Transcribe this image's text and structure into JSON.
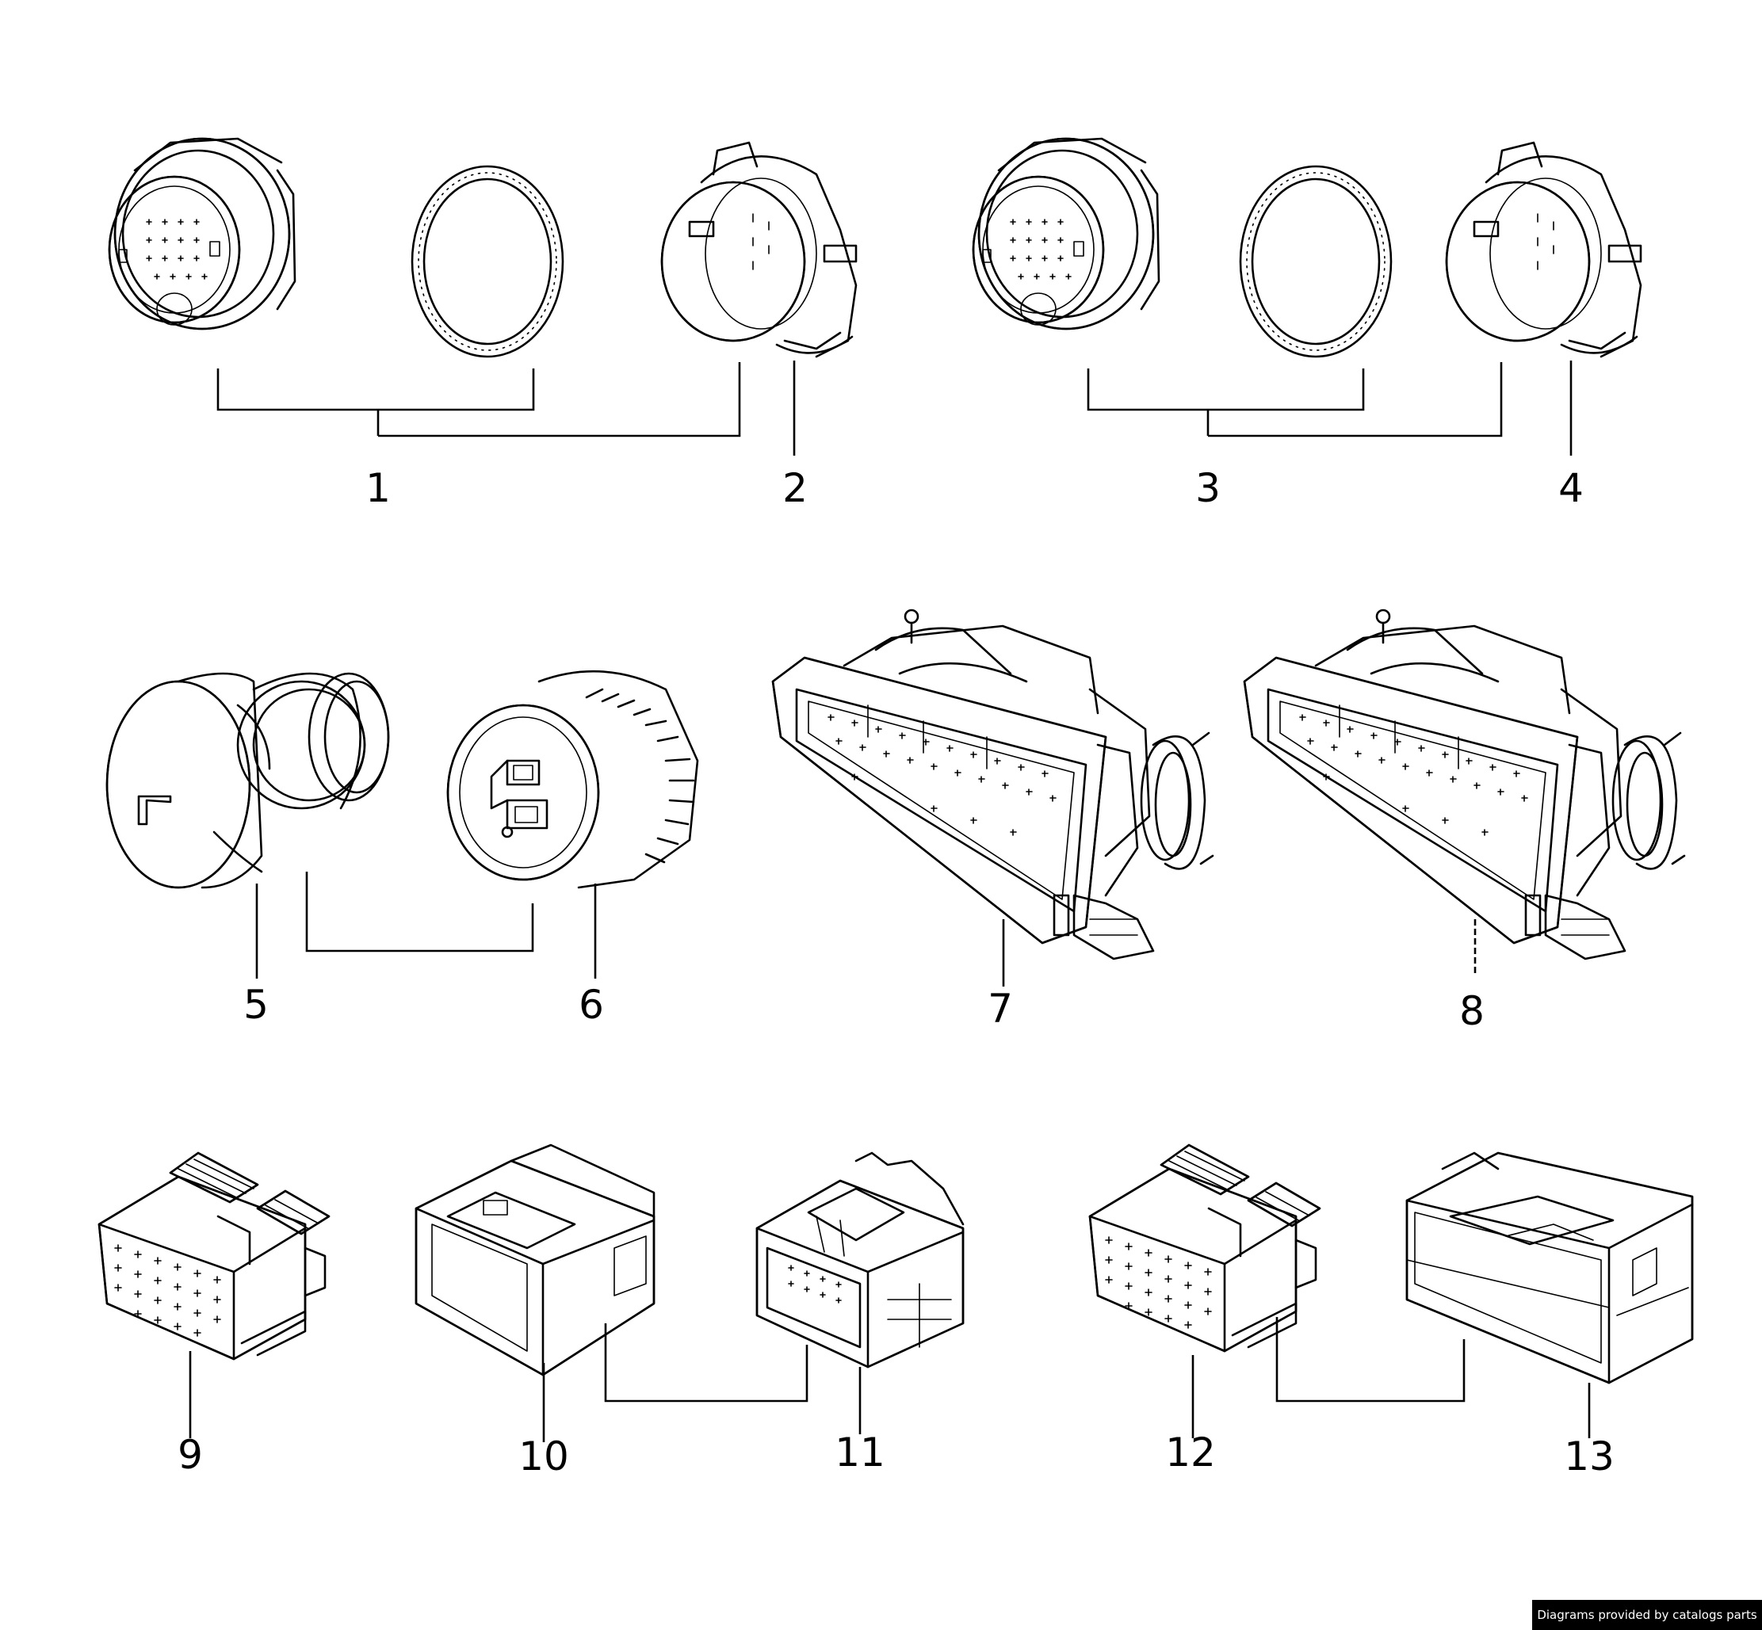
{
  "diagram": {
    "callouts": [
      "1",
      "2",
      "3",
      "4",
      "5",
      "6",
      "7",
      "8",
      "9",
      "10",
      "11",
      "12",
      "13"
    ],
    "parts": [
      {
        "callout": "1",
        "icon": "round-connector-housing-with-seal-and-coupling-ring"
      },
      {
        "callout": "2",
        "icon": "coupling-ring-icon"
      },
      {
        "callout": "3",
        "icon": "round-connector-housing-with-seal-and-coupling-ring"
      },
      {
        "callout": "4",
        "icon": "coupling-ring-icon"
      },
      {
        "callout": "5",
        "icon": "round-connector-plug-icon"
      },
      {
        "callout": "6",
        "icon": "round-connector-socket-icon"
      },
      {
        "callout": "7",
        "icon": "ecu-multipin-connector-icon"
      },
      {
        "callout": "8",
        "icon": "ecu-multipin-connector-icon"
      },
      {
        "callout": "9",
        "icon": "flat-multipin-connector-icon"
      },
      {
        "callout": "10",
        "icon": "connector-housing-icon"
      },
      {
        "callout": "11",
        "icon": "flat-multipin-connector-icon"
      },
      {
        "callout": "12",
        "icon": "flat-multipin-connector-icon"
      },
      {
        "callout": "13",
        "icon": "connector-housing-icon"
      }
    ]
  },
  "footer": {
    "credit": "Diagrams provided by catalogs parts"
  }
}
